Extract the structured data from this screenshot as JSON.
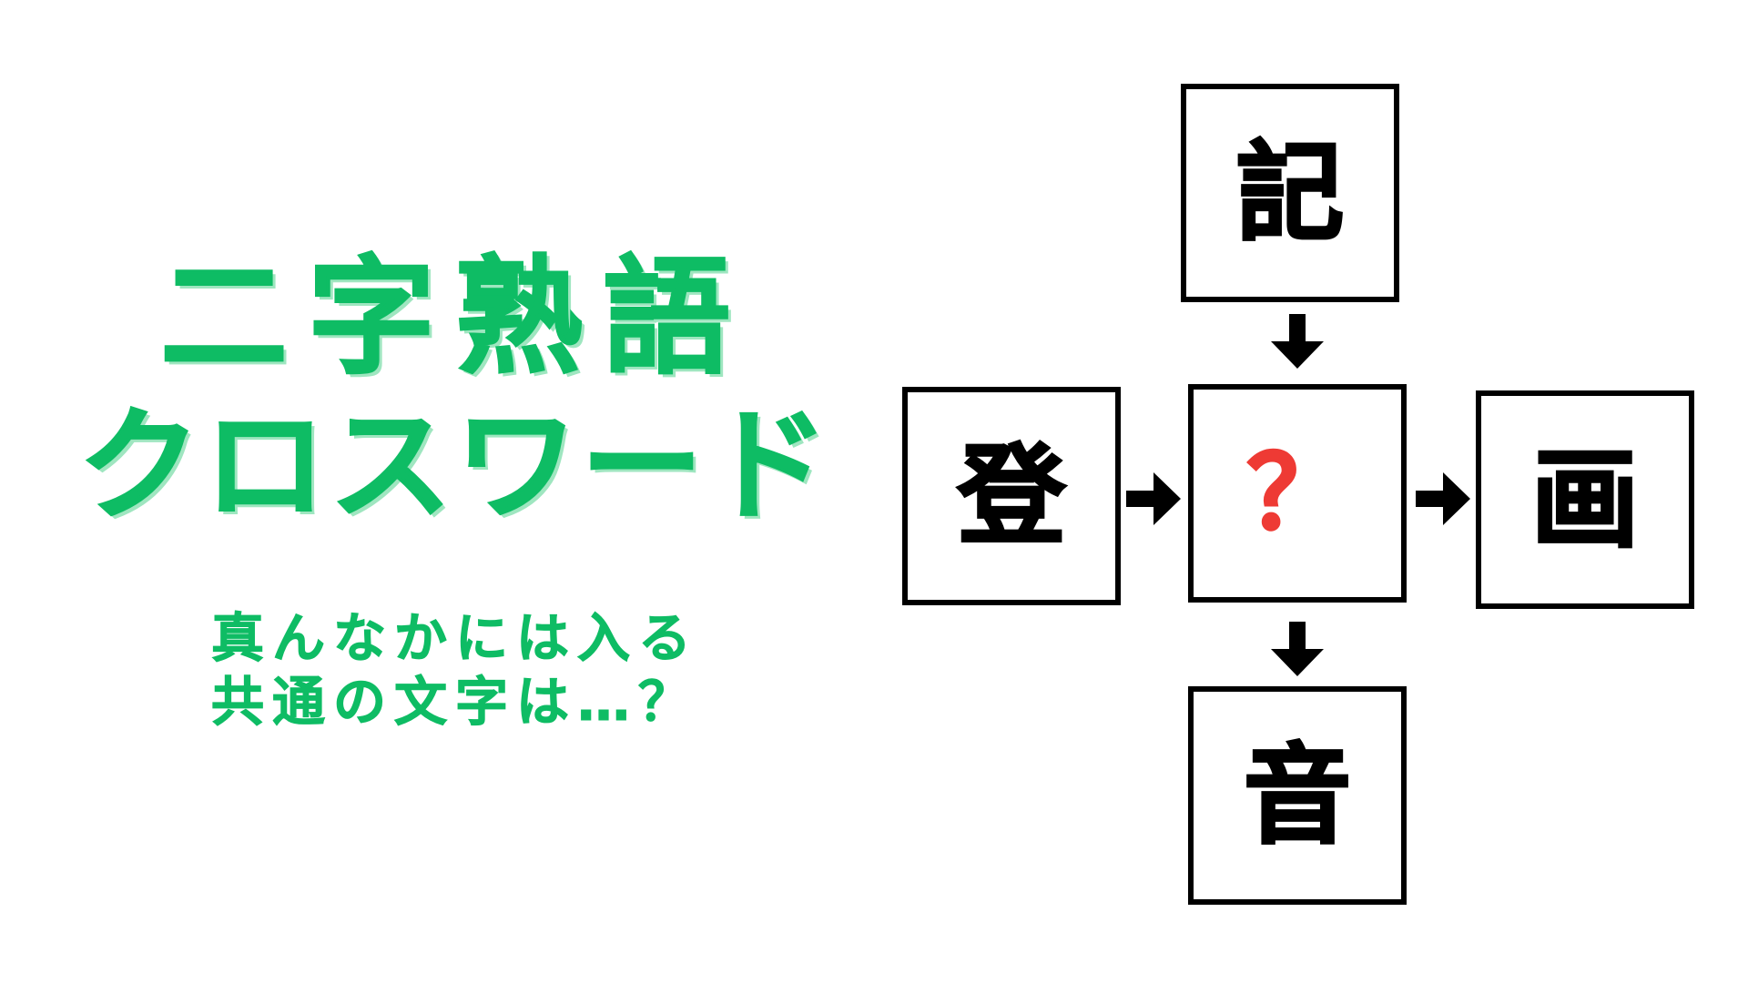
{
  "title": {
    "line1": "二字熟語",
    "line2": "クロスワード"
  },
  "subtitle": {
    "line1": "真んなかには入る",
    "line2": "共通の文字は…？"
  },
  "puzzle": {
    "top": "記",
    "left": "登",
    "center": "？",
    "right": "画",
    "bottom": "音"
  },
  "colors": {
    "accent_green": "#0ebc64",
    "shadow_green": "#9fe6c0",
    "question_red": "#ee3a34",
    "box_border": "#000000"
  }
}
